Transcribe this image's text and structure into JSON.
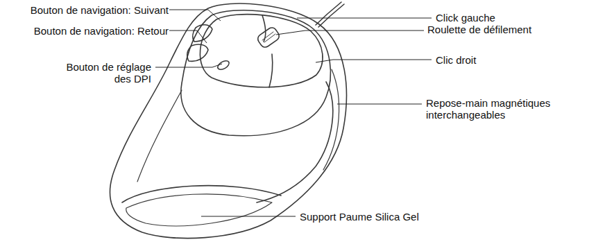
{
  "diagram": {
    "labels": [
      "Bouton de navigation: Suivant",
      "Bouton de navigation: Retour",
      "Bouton de réglage des DPI",
      "Click gauche",
      "Roulette de défilement",
      "Clic droit",
      "Repose-main magnétiques interchangeables",
      "Support Paume Silica Gel"
    ]
  }
}
